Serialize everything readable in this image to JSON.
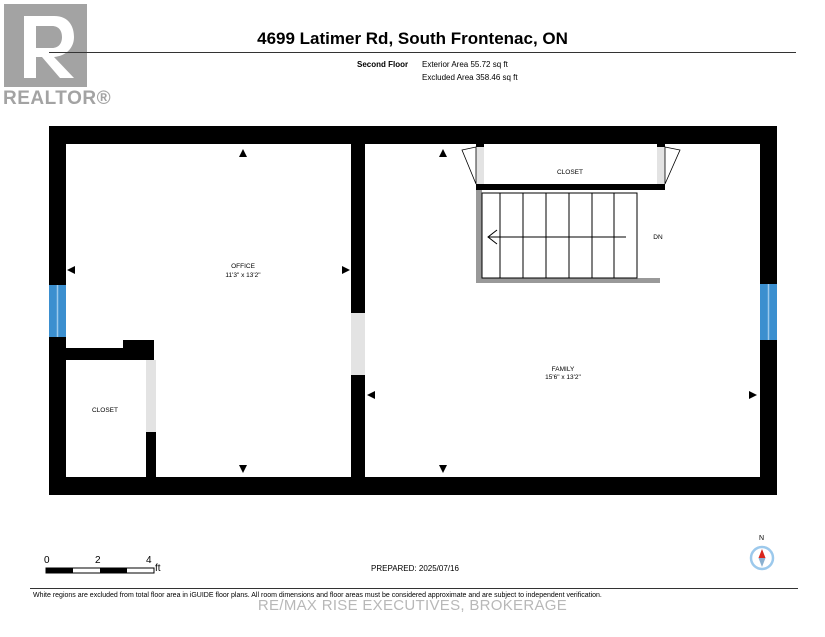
{
  "branding": {
    "logo_letter": "R",
    "wordmark": "REALTOR®"
  },
  "header": {
    "address": "4699 Latimer Rd, South Frontenac, ON",
    "floor": "Second Floor",
    "exterior_area": "Exterior Area 55.72 sq ft",
    "excluded_area": "Excluded Area 358.46 sq ft"
  },
  "rooms": {
    "office": {
      "name": "OFFICE",
      "dims": "11'3\" x 13'2\""
    },
    "closet_left": {
      "name": "CLOSET"
    },
    "closet_top": {
      "name": "CLOSET"
    },
    "family": {
      "name": "FAMILY",
      "dims": "15'6\" x 13'2\""
    },
    "stairs": {
      "label": "DN"
    }
  },
  "scale": {
    "ticks": [
      "0",
      "2",
      "4"
    ],
    "unit": "ft"
  },
  "compass": {
    "label": "N"
  },
  "prepared": "PREPARED: 2025/07/16",
  "disclaimer": "White regions are excluded from total floor area in iGUIDE floor plans. All room dimensions and floor areas must be considered approximate and are subject to independent verification.",
  "watermark": "RE/MAX RISE EXECUTIVES, BROKERAGE",
  "colors": {
    "wall": "#000000",
    "window": "#3b8fcf",
    "door_gap": "#e3e3e3",
    "logo_gray": "#a3a3a3"
  }
}
